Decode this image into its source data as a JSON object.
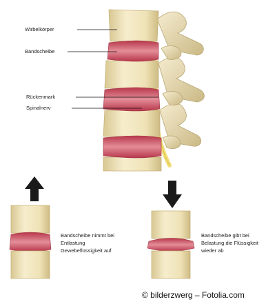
{
  "labels": {
    "vertebral_body": "Wirbelkörper",
    "disc": "Bandscheibe",
    "spinal_cord": "Rückenmark",
    "spinal_nerve": "Spinalnerv"
  },
  "captions": {
    "relief": "Bandscheibe nimmt bei Entlastung Gewebeflüssigkeit auf",
    "load": "Bandscheibe gibt bei Belastung die Flüssigkeit wieder ab"
  },
  "credit": "© bilderzwerg – Fotolia.com",
  "colors": {
    "bone": "#f3e8c4",
    "bone_shade": "#d9c893",
    "disc": "#c9475a",
    "disc_light": "#e8919b",
    "nerve": "#f2df7a",
    "arrow": "#1a1a1a"
  }
}
